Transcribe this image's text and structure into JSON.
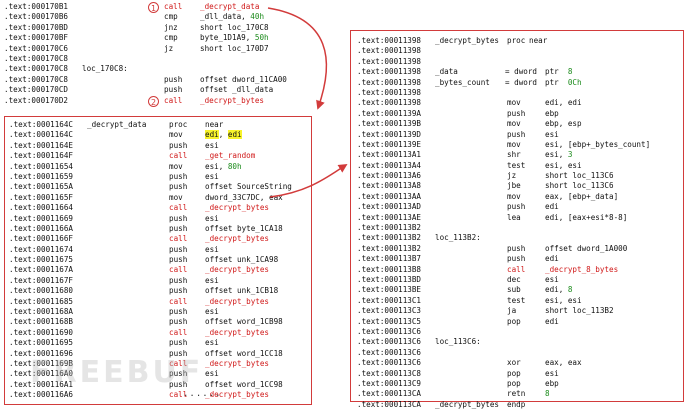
{
  "top_listing": [
    {
      "addr": ".text:000170B1",
      "label": "",
      "mn": "call",
      "op": "_decrypt_data",
      "badge": "1"
    },
    {
      "addr": ".text:000170B6",
      "label": "",
      "mn": "cmp",
      "op": "_dll_data, 40h"
    },
    {
      "addr": ".text:000170BD",
      "label": "",
      "mn": "jnz",
      "op": "short loc_170C8"
    },
    {
      "addr": ".text:000170BF",
      "label": "",
      "mn": "cmp",
      "op": "byte_1D1A9, 50h"
    },
    {
      "addr": ".text:000170C6",
      "label": "",
      "mn": "jz",
      "op": "short loc_170D7"
    },
    {
      "addr": ".text:000170C8",
      "label": "",
      "mn": "",
      "op": ""
    },
    {
      "addr": ".text:000170C8",
      "label": "loc_170C8:",
      "mn": "",
      "op": ""
    },
    {
      "addr": ".text:000170C8",
      "label": "",
      "mn": "push",
      "op": "offset dword_11CA00"
    },
    {
      "addr": ".text:000170CD",
      "label": "",
      "mn": "push",
      "op": "offset _dll_data"
    },
    {
      "addr": ".text:000170D2",
      "label": "",
      "mn": "call",
      "op": "_decrypt_bytes",
      "badge": "2"
    }
  ],
  "left_listing": [
    {
      "addr": ".text:0001164C",
      "label": "_decrypt_data",
      "mn": "proc",
      "op": "near"
    },
    {
      "addr": ".text:0001164C",
      "label": "",
      "mn": "mov",
      "op": "edi, edi",
      "hl": true
    },
    {
      "addr": ".text:0001164E",
      "label": "",
      "mn": "push",
      "op": "esi"
    },
    {
      "addr": ".text:0001164F",
      "label": "",
      "mn": "call",
      "op": "_get_random"
    },
    {
      "addr": ".text:00011654",
      "label": "",
      "mn": "mov",
      "op": "esi, 80h"
    },
    {
      "addr": ".text:00011659",
      "label": "",
      "mn": "push",
      "op": "esi"
    },
    {
      "addr": ".text:0001165A",
      "label": "",
      "mn": "push",
      "op": "offset SourceString"
    },
    {
      "addr": ".text:0001165F",
      "label": "",
      "mn": "mov",
      "op": "dword_33C7DC, eax"
    },
    {
      "addr": ".text:00011664",
      "label": "",
      "mn": "call",
      "op": "_decrypt_bytes"
    },
    {
      "addr": ".text:00011669",
      "label": "",
      "mn": "push",
      "op": "esi"
    },
    {
      "addr": ".text:0001166A",
      "label": "",
      "mn": "push",
      "op": "offset byte_1CA18"
    },
    {
      "addr": ".text:0001166F",
      "label": "",
      "mn": "call",
      "op": "_decrypt_bytes"
    },
    {
      "addr": ".text:00011674",
      "label": "",
      "mn": "push",
      "op": "esi"
    },
    {
      "addr": ".text:00011675",
      "label": "",
      "mn": "push",
      "op": "offset unk_1CA98"
    },
    {
      "addr": ".text:0001167A",
      "label": "",
      "mn": "call",
      "op": "_decrypt_bytes"
    },
    {
      "addr": ".text:0001167F",
      "label": "",
      "mn": "push",
      "op": "esi"
    },
    {
      "addr": ".text:00011680",
      "label": "",
      "mn": "push",
      "op": "offset unk_1CB18"
    },
    {
      "addr": ".text:00011685",
      "label": "",
      "mn": "call",
      "op": "_decrypt_bytes"
    },
    {
      "addr": ".text:0001168A",
      "label": "",
      "mn": "push",
      "op": "esi"
    },
    {
      "addr": ".text:0001168B",
      "label": "",
      "mn": "push",
      "op": "offset word_1CB98"
    },
    {
      "addr": ".text:00011690",
      "label": "",
      "mn": "call",
      "op": "_decrypt_bytes"
    },
    {
      "addr": ".text:00011695",
      "label": "",
      "mn": "push",
      "op": "esi"
    },
    {
      "addr": ".text:00011696",
      "label": "",
      "mn": "push",
      "op": "offset word_1CC18"
    },
    {
      "addr": ".text:0001169B",
      "label": "",
      "mn": "call",
      "op": "_decrypt_bytes"
    },
    {
      "addr": ".text:000116A0",
      "label": "",
      "mn": "push",
      "op": "esi"
    },
    {
      "addr": ".text:000116A1",
      "label": "",
      "mn": "push",
      "op": "offset word_1CC98"
    },
    {
      "addr": ".text:000116A6",
      "label": "",
      "mn": "call",
      "op": "_decrypt_bytes"
    }
  ],
  "left_dots": "......",
  "right_listing": [
    {
      "addr": ".text:00011398",
      "label": "_decrypt_bytes",
      "mn": "proc",
      "op": "near"
    },
    {
      "addr": ".text:00011398",
      "label": "",
      "mn": "",
      "op": ""
    },
    {
      "addr": ".text:00011398",
      "label": "",
      "mn": "",
      "op": ""
    },
    {
      "addr": ".text:00011398",
      "label": "_data",
      "mn": "= dword",
      "op": "ptr  8"
    },
    {
      "addr": ".text:00011398",
      "label": "_bytes_count",
      "mn": "= dword",
      "op": "ptr  0Ch"
    },
    {
      "addr": ".text:00011398",
      "label": "",
      "mn": "",
      "op": ""
    },
    {
      "addr": ".text:00011398",
      "label": "",
      "mn": "mov",
      "op": "edi, edi"
    },
    {
      "addr": ".text:0001139A",
      "label": "",
      "mn": "push",
      "op": "ebp"
    },
    {
      "addr": ".text:0001139B",
      "label": "",
      "mn": "mov",
      "op": "ebp, esp"
    },
    {
      "addr": ".text:0001139D",
      "label": "",
      "mn": "push",
      "op": "esi"
    },
    {
      "addr": ".text:0001139E",
      "label": "",
      "mn": "mov",
      "op": "esi, [ebp+_bytes_count]"
    },
    {
      "addr": ".text:000113A1",
      "label": "",
      "mn": "shr",
      "op": "esi, 3"
    },
    {
      "addr": ".text:000113A4",
      "label": "",
      "mn": "test",
      "op": "esi, esi"
    },
    {
      "addr": ".text:000113A6",
      "label": "",
      "mn": "jz",
      "op": "short loc_113C6"
    },
    {
      "addr": ".text:000113A8",
      "label": "",
      "mn": "jbe",
      "op": "short loc_113C6"
    },
    {
      "addr": ".text:000113AA",
      "label": "",
      "mn": "mov",
      "op": "eax, [ebp+_data]"
    },
    {
      "addr": ".text:000113AD",
      "label": "",
      "mn": "push",
      "op": "edi"
    },
    {
      "addr": ".text:000113AE",
      "label": "",
      "mn": "lea",
      "op": "edi, [eax+esi*8-8]"
    },
    {
      "addr": ".text:000113B2",
      "label": "",
      "mn": "",
      "op": ""
    },
    {
      "addr": ".text:000113B2",
      "label": "loc_113B2:",
      "mn": "",
      "op": ""
    },
    {
      "addr": ".text:000113B2",
      "label": "",
      "mn": "push",
      "op": "offset dword_1A000"
    },
    {
      "addr": ".text:000113B7",
      "label": "",
      "mn": "push",
      "op": "edi"
    },
    {
      "addr": ".text:000113B8",
      "label": "",
      "mn": "call",
      "op": "_decrypt_8_bytes"
    },
    {
      "addr": ".text:000113BD",
      "label": "",
      "mn": "dec",
      "op": "esi"
    },
    {
      "addr": ".text:000113BE",
      "label": "",
      "mn": "sub",
      "op": "edi, 8"
    },
    {
      "addr": ".text:000113C1",
      "label": "",
      "mn": "test",
      "op": "esi, esi"
    },
    {
      "addr": ".text:000113C3",
      "label": "",
      "mn": "ja",
      "op": "short loc_113B2"
    },
    {
      "addr": ".text:000113C5",
      "label": "",
      "mn": "pop",
      "op": "edi"
    },
    {
      "addr": ".text:000113C6",
      "label": "",
      "mn": "",
      "op": ""
    },
    {
      "addr": ".text:000113C6",
      "label": "loc_113C6:",
      "mn": "",
      "op": ""
    },
    {
      "addr": ".text:000113C6",
      "label": "",
      "mn": "",
      "op": ""
    },
    {
      "addr": ".text:000113C6",
      "label": "",
      "mn": "xor",
      "op": "eax, eax"
    },
    {
      "addr": ".text:000113C8",
      "label": "",
      "mn": "pop",
      "op": "esi"
    },
    {
      "addr": ".text:000113C9",
      "label": "",
      "mn": "pop",
      "op": "ebp"
    },
    {
      "addr": ".text:000113CA",
      "label": "",
      "mn": "retn",
      "op": "8"
    },
    {
      "addr": ".text:000113CA",
      "label": "_decrypt_bytes",
      "mn": "endp",
      "op": ""
    }
  ],
  "watermark": "FREEBUF",
  "colors": {
    "frame": "#d23b3b",
    "call": "#d01818",
    "highlight": "#f7f32a",
    "number": "#1a8a1a"
  }
}
